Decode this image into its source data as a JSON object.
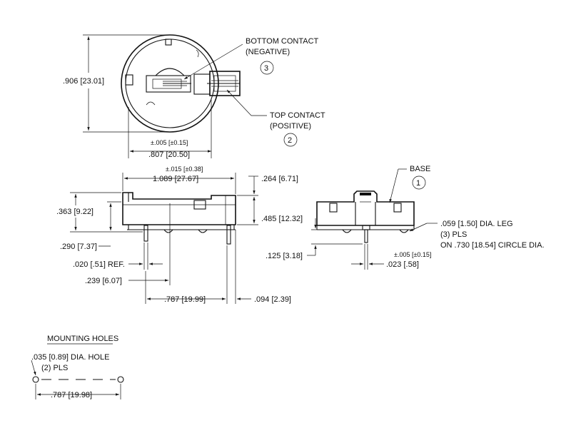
{
  "top_view": {
    "height_dim": ".906 [23.01]",
    "width_dim": ".807 [20.50]",
    "width_tol": "±.005 [±0.15]"
  },
  "callouts": {
    "bottom_contact_line1": "BOTTOM CONTACT",
    "bottom_contact_line2": "(NEGATIVE)",
    "bottom_contact_num": "3",
    "top_contact_line1": "TOP CONTACT",
    "top_contact_line2": "(POSITIVE)",
    "top_contact_num": "2",
    "base_label": "BASE",
    "base_num": "1"
  },
  "side_view": {
    "length_tol": "±.015 [±0.38]",
    "length_dim": "1.089 [27.67]",
    "top_height_dim": ".264 [6.71]",
    "body_height_dim": ".363 [9.22]",
    "total_height_dim": ".485 [12.32]",
    "leg_offset_dim": ".290 [7.37]",
    "pin_ref_dim": ".020 [.51] REF.",
    "pin_pos_dim": ".239 [6.07]",
    "pin_span_dim": ".787 [19.99]",
    "pin_end_dim": ".094 [2.39]"
  },
  "end_view": {
    "leg_len_dim": ".125 [3.18]",
    "leg_dia_line1": ".059 [1.50] DIA. LEG",
    "leg_dia_line2": "(3) PLS",
    "leg_dia_line3": "ON .730 [18.54] CIRCLE DIA.",
    "leg_width_tol": "±.005 [±0.15]",
    "leg_width_dim": ".023 [.58]"
  },
  "mounting_holes": {
    "title": "MOUNTING HOLES",
    "hole_line1": ".035 [0.89] DIA. HOLE",
    "hole_line2": "(2) PLS",
    "spacing_dim": ".787 [19.98]"
  }
}
